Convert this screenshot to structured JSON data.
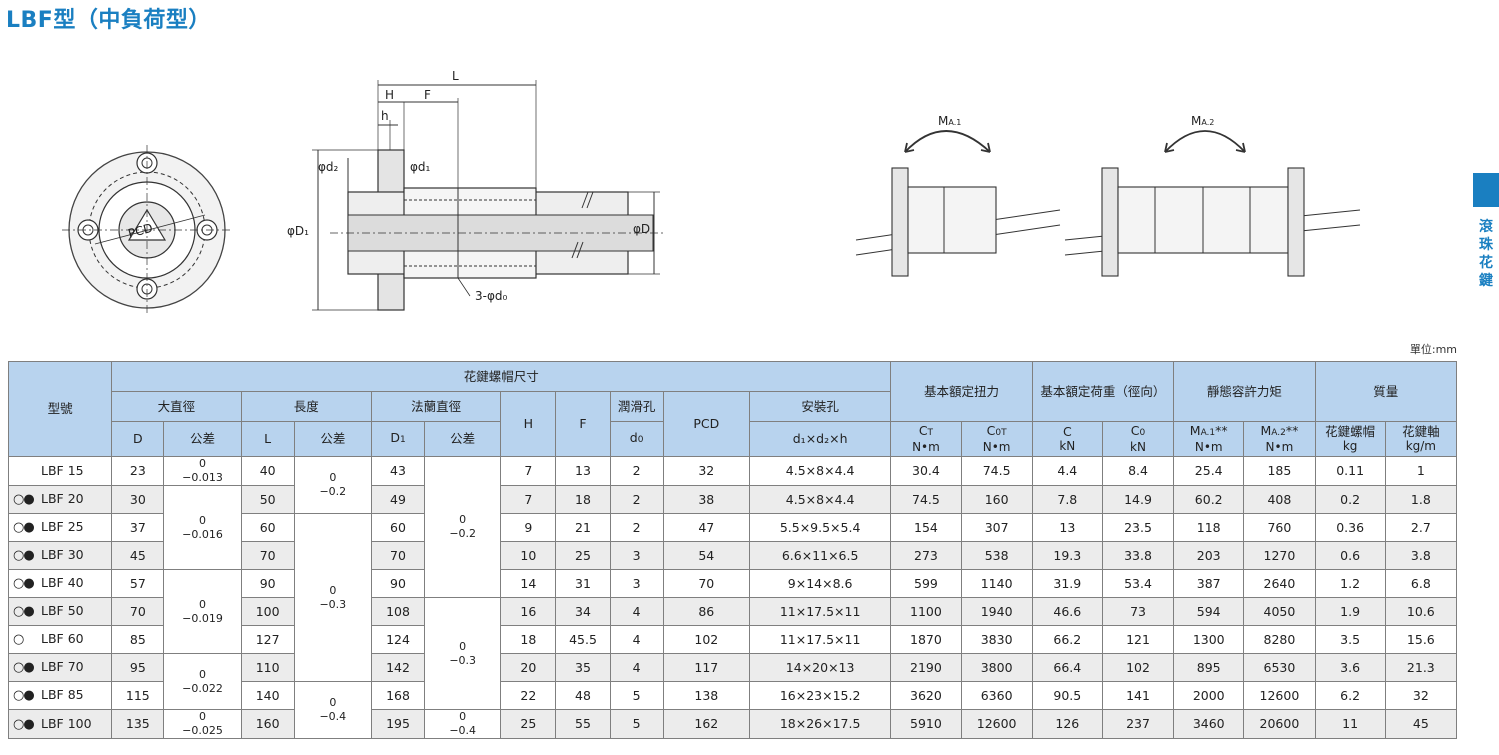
{
  "page": {
    "title": "LBF型（中負荷型）",
    "side_label": "滾珠花鍵",
    "unit": "單位:mm"
  },
  "drawing": {
    "dim_L": "L",
    "dim_H": "H",
    "dim_F": "F",
    "dim_h": "h",
    "dim_d2": "φd₂",
    "dim_d1": "φd₁",
    "dim_D1": "φD₁",
    "dim_D": "φD",
    "pcd": "PCD",
    "holes": "3-φd₀",
    "moment1_main": "M",
    "moment1_sub": "A.1",
    "moment2_main": "M",
    "moment2_sub": "A.2"
  },
  "table": {
    "head": {
      "model": "型號",
      "nut_dims": "花鍵螺帽尺寸",
      "outer_dia": "大直徑",
      "length": "長度",
      "flange_dia": "法蘭直徑",
      "lubrication": "潤滑孔",
      "mount_hole": "安裝孔",
      "torque": "基本額定扭力",
      "load": "基本額定荷重（徑向）",
      "moment": "靜態容許力矩",
      "mass": "質量",
      "D": "D",
      "tol": "公差",
      "L": "L",
      "D1": "D",
      "D1_sub": "1",
      "H": "H",
      "F": "F",
      "d0": "d",
      "d0_sub": "0",
      "PCD": "PCD",
      "mount_fmt": "d₁×d₂×h",
      "CT": "C",
      "CT_sub": "T",
      "C0T": "C",
      "C0T_sub": "0T",
      "Nm": "N•m",
      "C": "C",
      "C0": "C",
      "C0_sub": "0",
      "kN": "kN",
      "MA1": "M",
      "MA1_sub": "A.1",
      "MA2": "M",
      "MA2_sub": "A.2",
      "star": "**",
      "nut_mass": "花鍵螺帽",
      "shaft_mass": "花鍵軸",
      "kg": "kg",
      "kgm": "kg/m"
    },
    "tolerances": {
      "D_a": [
        "0",
        "−0.013"
      ],
      "D_b": [
        "0",
        "−0.016"
      ],
      "D_c": [
        "0",
        "−0.019"
      ],
      "D_d": [
        "0",
        "−0.022"
      ],
      "D_e": [
        "0",
        "−0.025"
      ],
      "L_a": [
        "0",
        "−0.2"
      ],
      "L_b": [
        "0",
        "−0.3"
      ],
      "L_c": [
        "0",
        "−0.4"
      ],
      "D1_a": [
        "0",
        "−0.2"
      ],
      "D1_b": [
        "0",
        "−0.3"
      ],
      "D1_c": [
        "0",
        "−0.4"
      ]
    },
    "rows": [
      {
        "mark": "",
        "model": "LBF 15",
        "D": "23",
        "L": "40",
        "D1": "43",
        "H": "7",
        "F": "13",
        "d0": "2",
        "PCD": "32",
        "mount": "4.5×8×4.4",
        "CT": "30.4",
        "C0T": "74.5",
        "C": "4.4",
        "C0": "8.4",
        "MA1": "25.4",
        "MA2": "185",
        "nut": "0.11",
        "shaft": "1"
      },
      {
        "mark": "○●",
        "model": "LBF 20",
        "D": "30",
        "L": "50",
        "D1": "49",
        "H": "7",
        "F": "18",
        "d0": "2",
        "PCD": "38",
        "mount": "4.5×8×4.4",
        "CT": "74.5",
        "C0T": "160",
        "C": "7.8",
        "C0": "14.9",
        "MA1": "60.2",
        "MA2": "408",
        "nut": "0.2",
        "shaft": "1.8"
      },
      {
        "mark": "○●",
        "model": "LBF 25",
        "D": "37",
        "L": "60",
        "D1": "60",
        "H": "9",
        "F": "21",
        "d0": "2",
        "PCD": "47",
        "mount": "5.5×9.5×5.4",
        "CT": "154",
        "C0T": "307",
        "C": "13",
        "C0": "23.5",
        "MA1": "118",
        "MA2": "760",
        "nut": "0.36",
        "shaft": "2.7"
      },
      {
        "mark": "○●",
        "model": "LBF 30",
        "D": "45",
        "L": "70",
        "D1": "70",
        "H": "10",
        "F": "25",
        "d0": "3",
        "PCD": "54",
        "mount": "6.6×11×6.5",
        "CT": "273",
        "C0T": "538",
        "C": "19.3",
        "C0": "33.8",
        "MA1": "203",
        "MA2": "1270",
        "nut": "0.6",
        "shaft": "3.8"
      },
      {
        "mark": "○●",
        "model": "LBF 40",
        "D": "57",
        "L": "90",
        "D1": "90",
        "H": "14",
        "F": "31",
        "d0": "3",
        "PCD": "70",
        "mount": "9×14×8.6",
        "CT": "599",
        "C0T": "1140",
        "C": "31.9",
        "C0": "53.4",
        "MA1": "387",
        "MA2": "2640",
        "nut": "1.2",
        "shaft": "6.8"
      },
      {
        "mark": "○●",
        "model": "LBF 50",
        "D": "70",
        "L": "100",
        "D1": "108",
        "H": "16",
        "F": "34",
        "d0": "4",
        "PCD": "86",
        "mount": "11×17.5×11",
        "CT": "1100",
        "C0T": "1940",
        "C": "46.6",
        "C0": "73",
        "MA1": "594",
        "MA2": "4050",
        "nut": "1.9",
        "shaft": "10.6"
      },
      {
        "mark": "○",
        "model": "LBF 60",
        "D": "85",
        "L": "127",
        "D1": "124",
        "H": "18",
        "F": "45.5",
        "d0": "4",
        "PCD": "102",
        "mount": "11×17.5×11",
        "CT": "1870",
        "C0T": "3830",
        "C": "66.2",
        "C0": "121",
        "MA1": "1300",
        "MA2": "8280",
        "nut": "3.5",
        "shaft": "15.6"
      },
      {
        "mark": "○●",
        "model": "LBF 70",
        "D": "95",
        "L": "110",
        "D1": "142",
        "H": "20",
        "F": "35",
        "d0": "4",
        "PCD": "117",
        "mount": "14×20×13",
        "CT": "2190",
        "C0T": "3800",
        "C": "66.4",
        "C0": "102",
        "MA1": "895",
        "MA2": "6530",
        "nut": "3.6",
        "shaft": "21.3"
      },
      {
        "mark": "○●",
        "model": "LBF 85",
        "D": "115",
        "L": "140",
        "D1": "168",
        "H": "22",
        "F": "48",
        "d0": "5",
        "PCD": "138",
        "mount": "16×23×15.2",
        "CT": "3620",
        "C0T": "6360",
        "C": "90.5",
        "C0": "141",
        "MA1": "2000",
        "MA2": "12600",
        "nut": "6.2",
        "shaft": "32"
      },
      {
        "mark": "○●",
        "model": "LBF 100",
        "D": "135",
        "L": "160",
        "D1": "195",
        "H": "25",
        "F": "55",
        "d0": "5",
        "PCD": "162",
        "mount": "18×26×17.5",
        "CT": "5910",
        "C0T": "12600",
        "C": "126",
        "C0": "237",
        "MA1": "3460",
        "MA2": "20600",
        "nut": "11",
        "shaft": "45"
      }
    ]
  }
}
